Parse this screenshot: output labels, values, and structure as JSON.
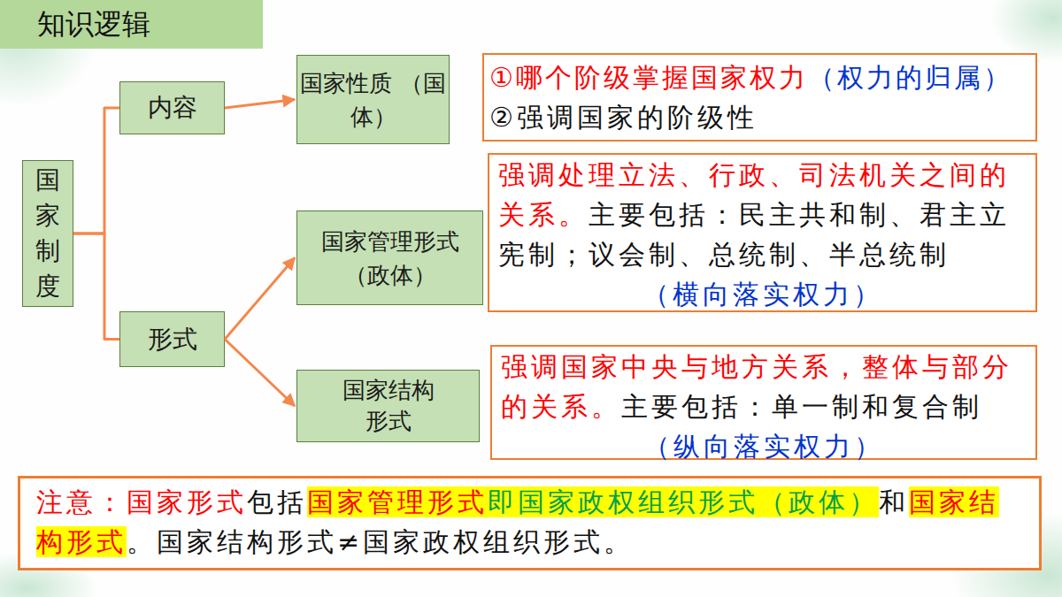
{
  "diagram": {
    "title": "知识逻辑",
    "nodes": [
      {
        "text": [
          "国家制度"
        ]
      },
      {
        "text": [
          "内容"
        ]
      },
      {
        "text": [
          "形式"
        ]
      },
      {
        "text": [
          "国家性质 （国体）"
        ]
      },
      {
        "text": [
          "①哪个阶级掌握国家权力",
          "（权力的归属）",
          "②强调国家的阶级性"
        ]
      },
      {
        "text": [
          "国家管理形式 （政体）"
        ]
      },
      {
        "text": [
          "强调处理立法、行政、司法机关之间的关系。",
          "主要包括：民主共和制、君主立宪制；议会制、总统制、半总统制",
          "（横向落实权力）"
        ]
      },
      {
        "text": [
          "国家结构 形式"
        ]
      },
      {
        "text": [
          "强调国家中央与地方关系，整体与部分的关系。",
          "主要包括：单一制和复合制",
          "（纵向落实权力）"
        ]
      },
      {
        "text": [
          "注意：",
          "国家形式",
          "包括",
          "国家管理形式",
          "即国家政权组织形式（政体）",
          "和",
          "国家结构形式",
          "。国家结构形式≠国家政权组织形式。"
        ]
      }
    ],
    "edges": [
      {
        "from": 0,
        "to": 1,
        "arrow": "none"
      },
      {
        "from": 0,
        "to": 2,
        "arrow": "none"
      },
      {
        "from": 1,
        "to": 3,
        "arrow": "to"
      },
      {
        "from": 2,
        "to": 5,
        "arrow": "to"
      },
      {
        "from": 2,
        "to": 7,
        "arrow": "to"
      }
    ]
  }
}
